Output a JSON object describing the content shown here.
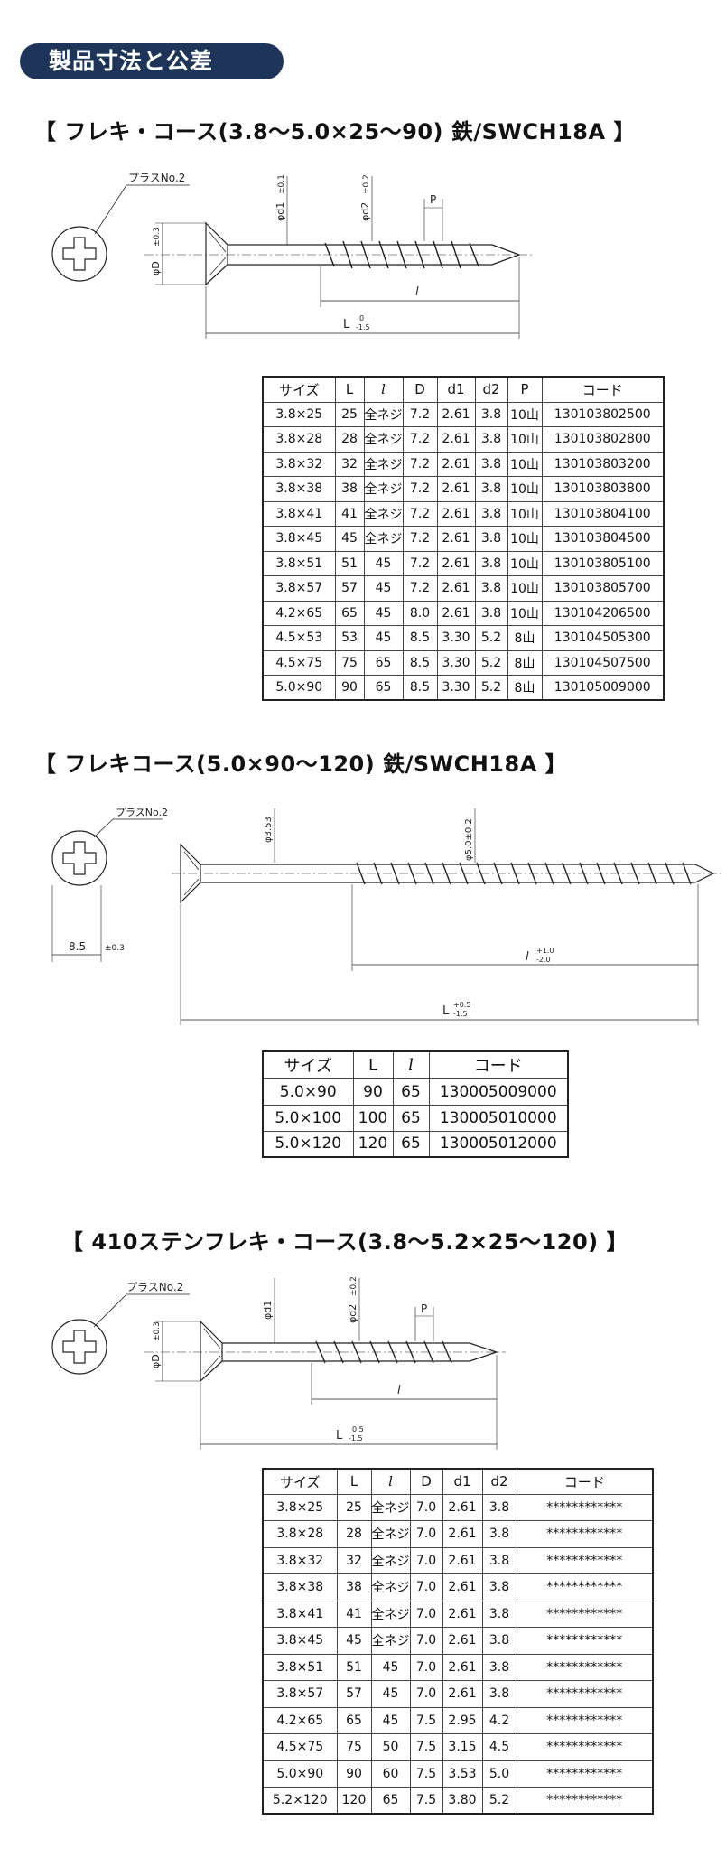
{
  "header": {
    "title": "製品寸法と公差"
  },
  "sections": [
    {
      "title": "【 フレキ・コース(3.8〜5.0×25〜90) 鉄/SWCH18A 】",
      "drawing": {
        "head_label": "プラスNo.2",
        "d1_label": "φd1",
        "d1_tol": "±0.1",
        "d2_label": "φd2",
        "d2_tol": "±0.2",
        "D_label": "φD",
        "D_tol": "±0.3",
        "p_label": "P",
        "l_label": "l",
        "L_label": "L",
        "L_tol_upper": "0",
        "L_tol_lower": "-1.5"
      },
      "table": {
        "headers": [
          "サイズ",
          "L",
          "l",
          "D",
          "d1",
          "d2",
          "P",
          "コード"
        ],
        "rows": [
          [
            "3.8×25",
            "25",
            "全ネジ",
            "7.2",
            "2.61",
            "3.8",
            "10山",
            "130103802500"
          ],
          [
            "3.8×28",
            "28",
            "全ネジ",
            "7.2",
            "2.61",
            "3.8",
            "10山",
            "130103802800"
          ],
          [
            "3.8×32",
            "32",
            "全ネジ",
            "7.2",
            "2.61",
            "3.8",
            "10山",
            "130103803200"
          ],
          [
            "3.8×38",
            "38",
            "全ネジ",
            "7.2",
            "2.61",
            "3.8",
            "10山",
            "130103803800"
          ],
          [
            "3.8×41",
            "41",
            "全ネジ",
            "7.2",
            "2.61",
            "3.8",
            "10山",
            "130103804100"
          ],
          [
            "3.8×45",
            "45",
            "全ネジ",
            "7.2",
            "2.61",
            "3.8",
            "10山",
            "130103804500"
          ],
          [
            "3.8×51",
            "51",
            "45",
            "7.2",
            "2.61",
            "3.8",
            "10山",
            "130103805100"
          ],
          [
            "3.8×57",
            "57",
            "45",
            "7.2",
            "2.61",
            "3.8",
            "10山",
            "130103805700"
          ],
          [
            "4.2×65",
            "65",
            "45",
            "8.0",
            "2.61",
            "3.8",
            "10山",
            "130104206500"
          ],
          [
            "4.5×53",
            "53",
            "45",
            "8.5",
            "3.30",
            "5.2",
            "8山",
            "130104505300"
          ],
          [
            "4.5×75",
            "75",
            "65",
            "8.5",
            "3.30",
            "5.2",
            "8山",
            "130104507500"
          ],
          [
            "5.0×90",
            "90",
            "65",
            "8.5",
            "3.30",
            "5.2",
            "8山",
            "130105009000"
          ]
        ]
      }
    },
    {
      "title": "【 フレキコース(5.0×90〜120) 鉄/SWCH18A 】",
      "drawing": {
        "head_label": "プラスNo.2",
        "d1_label": "φ3.53",
        "d2_label": "φ5.0±0.2",
        "D_label": "8.5",
        "D_tol": "±0.3",
        "l_label": "l",
        "l_tol_upper": "+1.0",
        "l_tol_lower": "-2.0",
        "L_label": "L",
        "L_tol_upper": "+0.5",
        "L_tol_lower": "-1.5"
      },
      "table": {
        "headers": [
          "サイズ",
          "L",
          "l",
          "コード"
        ],
        "rows": [
          [
            "5.0×90",
            "90",
            "65",
            "130005009000"
          ],
          [
            "5.0×100",
            "100",
            "65",
            "130005010000"
          ],
          [
            "5.0×120",
            "120",
            "65",
            "130005012000"
          ]
        ]
      }
    },
    {
      "title": "【 410ステンフレキ・コース(3.8〜5.2×25〜120) 】",
      "drawing": {
        "head_label": "プラスNo.2",
        "d1_label": "φd1",
        "d2_label": "φd2",
        "d2_tol": "±0.2",
        "D_label": "φD",
        "D_tol": "±0.3",
        "p_label": "P",
        "l_label": "l",
        "L_label": "L",
        "L_tol_upper": "0.5",
        "L_tol_lower": "-1.5"
      },
      "table": {
        "headers": [
          "サイズ",
          "L",
          "l",
          "D",
          "d1",
          "d2",
          "コード"
        ],
        "rows": [
          [
            "3.8×25",
            "25",
            "全ネジ",
            "7.0",
            "2.61",
            "3.8",
            "************"
          ],
          [
            "3.8×28",
            "28",
            "全ネジ",
            "7.0",
            "2.61",
            "3.8",
            "************"
          ],
          [
            "3.8×32",
            "32",
            "全ネジ",
            "7.0",
            "2.61",
            "3.8",
            "************"
          ],
          [
            "3.8×38",
            "38",
            "全ネジ",
            "7.0",
            "2.61",
            "3.8",
            "************"
          ],
          [
            "3.8×41",
            "41",
            "全ネジ",
            "7.0",
            "2.61",
            "3.8",
            "************"
          ],
          [
            "3.8×45",
            "45",
            "全ネジ",
            "7.0",
            "2.61",
            "3.8",
            "************"
          ],
          [
            "3.8×51",
            "51",
            "45",
            "7.0",
            "2.61",
            "3.8",
            "************"
          ],
          [
            "3.8×57",
            "57",
            "45",
            "7.0",
            "2.61",
            "3.8",
            "************"
          ],
          [
            "4.2×65",
            "65",
            "45",
            "7.5",
            "2.95",
            "4.2",
            "************"
          ],
          [
            "4.5×75",
            "75",
            "50",
            "7.5",
            "3.15",
            "4.5",
            "************"
          ],
          [
            "5.0×90",
            "90",
            "60",
            "7.5",
            "3.53",
            "5.0",
            "************"
          ],
          [
            "5.2×120",
            "120",
            "65",
            "7.5",
            "3.80",
            "5.2",
            "************"
          ]
        ]
      }
    }
  ]
}
